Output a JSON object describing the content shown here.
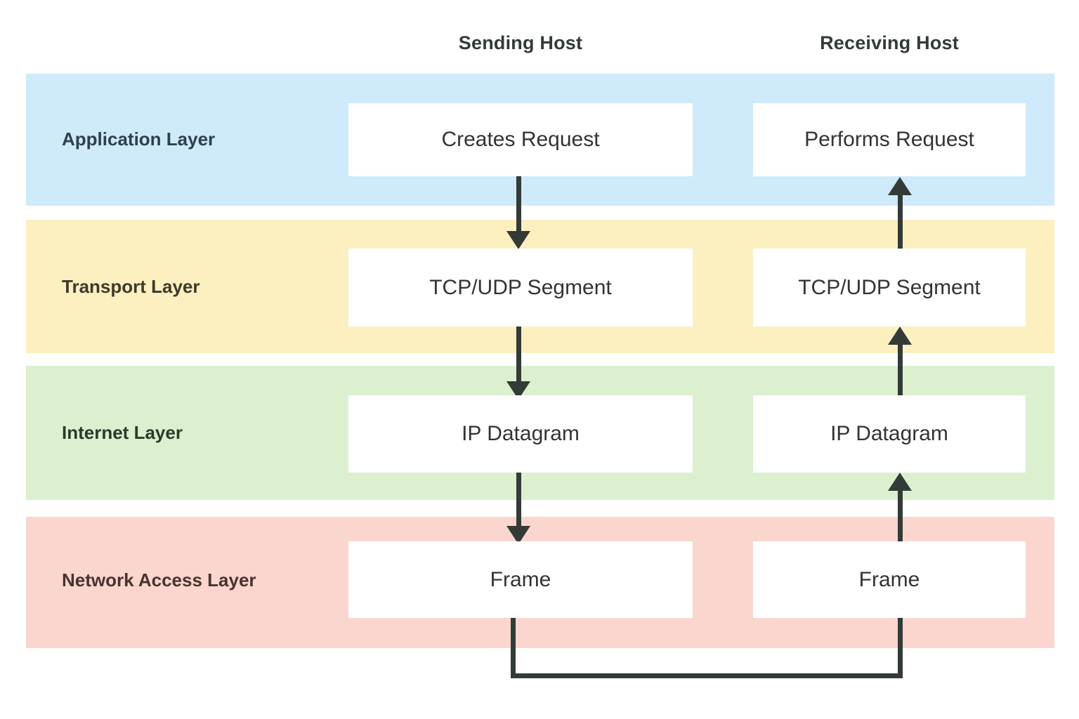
{
  "diagram": {
    "title_columns": {
      "sending": "Sending Host",
      "receiving": "Receiving Host"
    },
    "layers": [
      {
        "id": "application",
        "label": "Application Layer",
        "band_color": "#cfeafb",
        "sending_node": "Creates Request",
        "receiving_node": "Performs Request"
      },
      {
        "id": "transport",
        "label": "Transport Layer",
        "band_color": "#fcf0c0",
        "sending_node": "TCP/UDP Segment",
        "receiving_node": "TCP/UDP Segment"
      },
      {
        "id": "internet",
        "label": "Internet Layer",
        "band_color": "#dcf0cf",
        "sending_node": "IP Datagram",
        "receiving_node": "IP Datagram"
      },
      {
        "id": "network-access",
        "label": "Network Access Layer",
        "band_color": "#fbd6ce",
        "sending_node": "Frame",
        "receiving_node": "Frame"
      }
    ],
    "flow": {
      "sending_direction": "down",
      "receiving_direction": "up",
      "connector_color": "#333b38",
      "wire_label": ""
    },
    "colors": {
      "node_fill": "#ffffff",
      "node_text": "#333333",
      "heading_text": "#333b38",
      "page_background": "#ffffff"
    }
  }
}
